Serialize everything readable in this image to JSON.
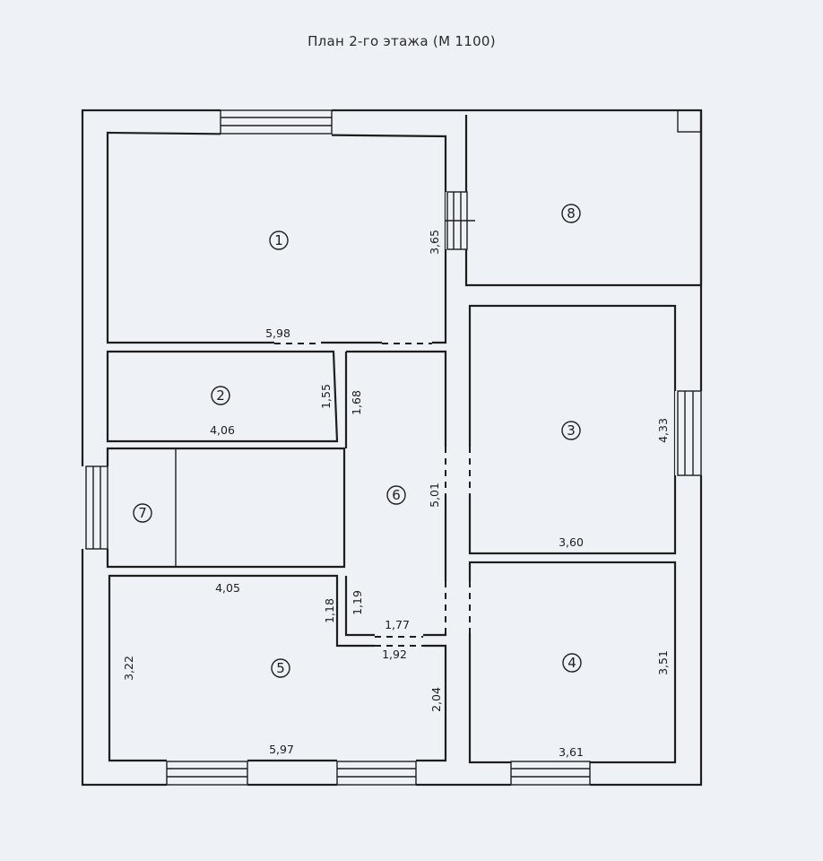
{
  "title": "План 2-го этажа (М 1100)",
  "rooms": [
    {
      "number": "1"
    },
    {
      "number": "2"
    },
    {
      "number": "3"
    },
    {
      "number": "4"
    },
    {
      "number": "5"
    },
    {
      "number": "6"
    },
    {
      "number": "7"
    },
    {
      "number": "8"
    }
  ],
  "dimensions": {
    "room1_width": "5,98",
    "room1_height": "3,65",
    "room2_width": "4,06",
    "room2_height": "1,55",
    "corridor_top": "1,68",
    "room3_height": "4,33",
    "room3_width": "3,60",
    "corridor_height": "5,01",
    "room5_top_width": "4,05",
    "step_a": "1,18",
    "step_b": "1,19",
    "door_top": "1,77",
    "door_bottom": "1,92",
    "room5_height": "3,22",
    "room5_right_height": "2,04",
    "room5_width": "5,97",
    "room4_height": "3,51",
    "room4_width": "3,61"
  }
}
